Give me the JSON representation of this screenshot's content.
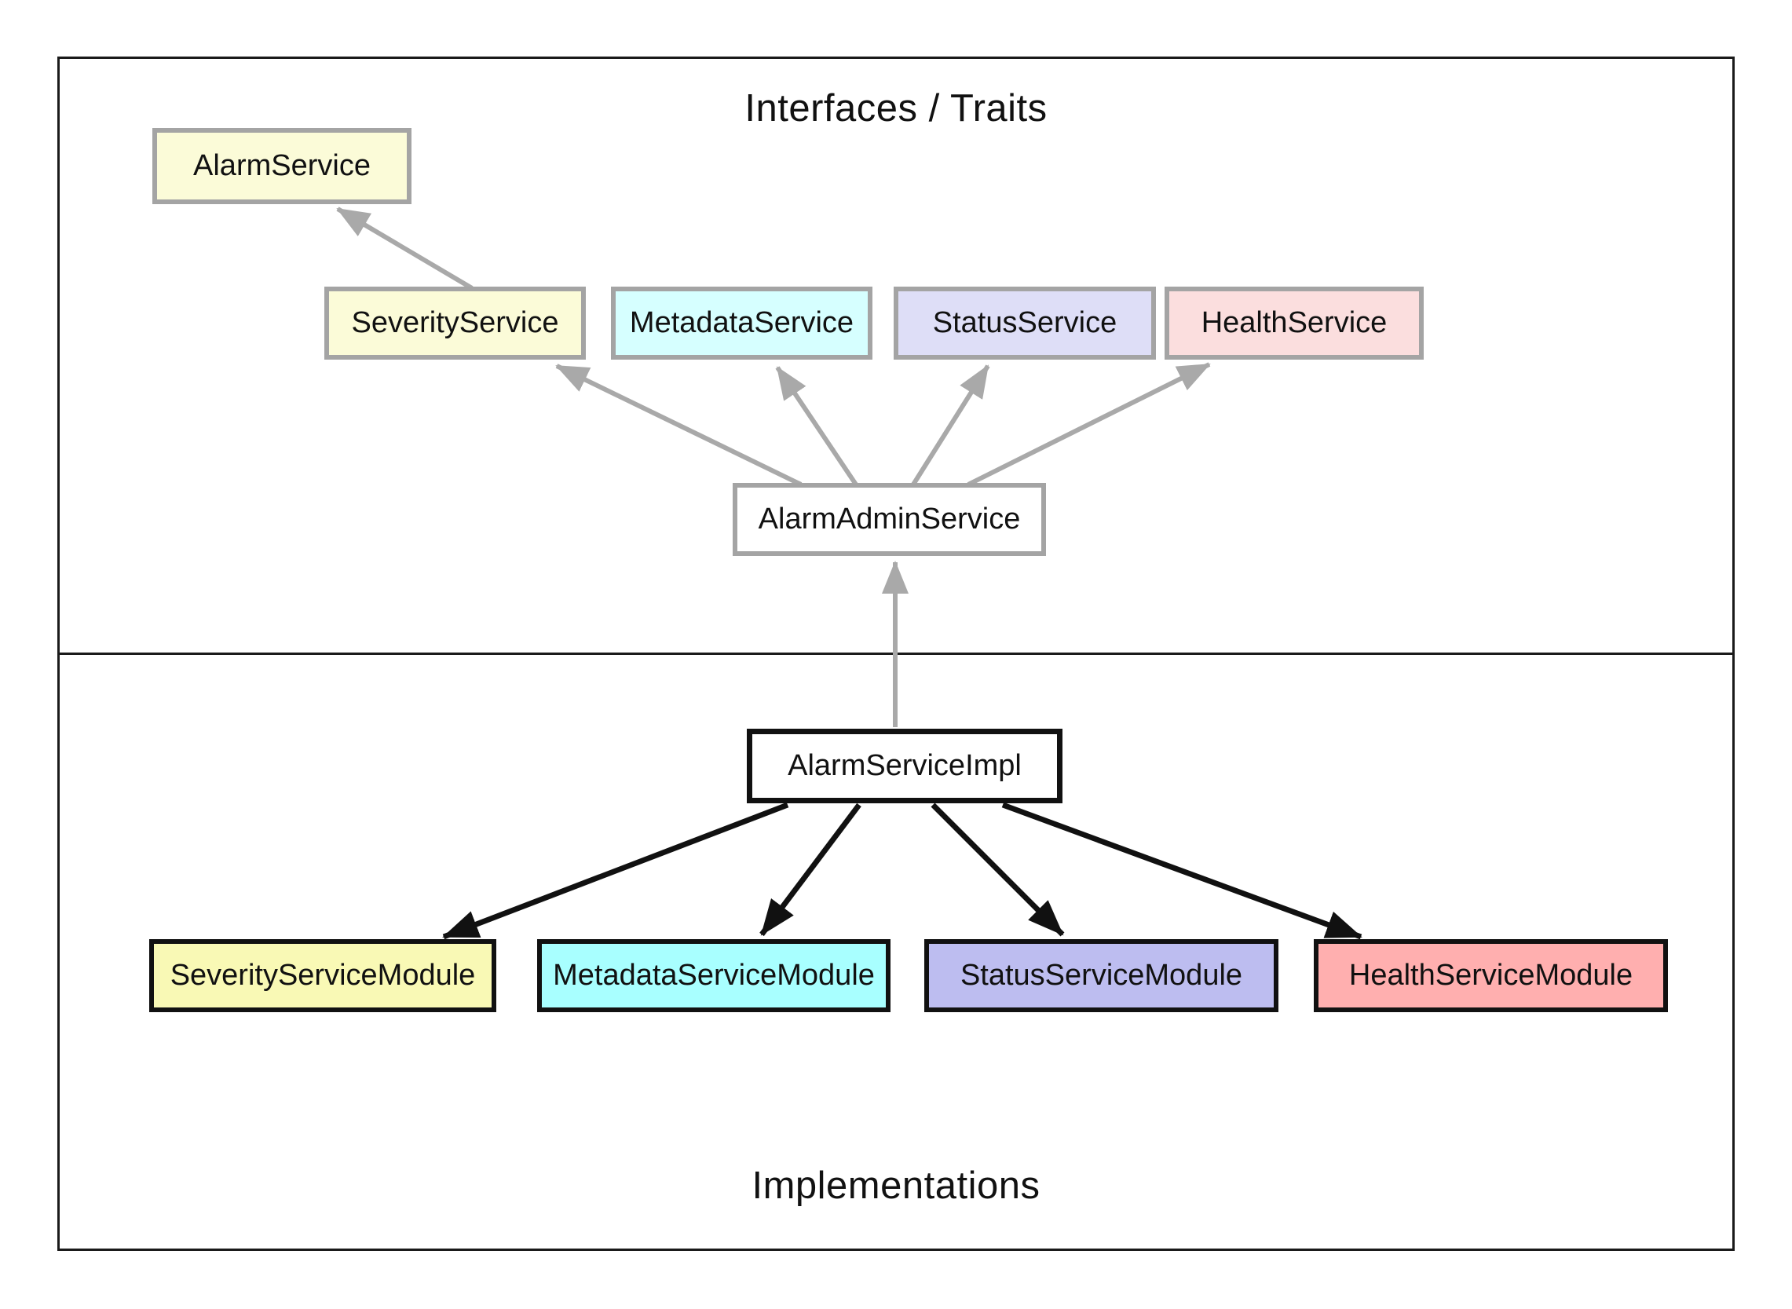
{
  "diagram": {
    "sections": {
      "interfaces": {
        "title": "Interfaces / Traits"
      },
      "implementations": {
        "title": "Implementations"
      }
    },
    "nodes": {
      "alarm_service": {
        "label": "AlarmService",
        "fill": "#fbfbd8",
        "border": "#a4a4a4"
      },
      "severity_service": {
        "label": "SeverityService",
        "fill": "#fbfbd8",
        "border": "#a4a4a4"
      },
      "metadata_service": {
        "label": "MetadataService",
        "fill": "#d6ffff",
        "border": "#a4a4a4"
      },
      "status_service": {
        "label": "StatusService",
        "fill": "#dedef7",
        "border": "#a4a4a4"
      },
      "health_service": {
        "label": "HealthService",
        "fill": "#fbdede",
        "border": "#a4a4a4"
      },
      "alarm_admin_service": {
        "label": "AlarmAdminService",
        "fill": "#ffffff",
        "border": "#a4a4a4"
      },
      "alarm_service_impl": {
        "label": "AlarmServiceImpl",
        "fill": "#ffffff",
        "border": "#111111"
      },
      "severity_service_module": {
        "label": "SeverityServiceModule",
        "fill": "#f9f9b5",
        "border": "#111111"
      },
      "metadata_service_module": {
        "label": "MetadataServiceModule",
        "fill": "#a8ffff",
        "border": "#111111"
      },
      "status_service_module": {
        "label": "StatusServiceModule",
        "fill": "#bdbdf0",
        "border": "#111111"
      },
      "health_service_module": {
        "label": "HealthServiceModule",
        "fill": "#ffafaf",
        "border": "#111111"
      }
    },
    "edges": {
      "interface_color": "#a9a9a9",
      "implementation_color": "#111111",
      "relations": [
        "SeverityService -> AlarmService",
        "AlarmAdminService -> SeverityService",
        "AlarmAdminService -> MetadataService",
        "AlarmAdminService -> StatusService",
        "AlarmAdminService -> HealthService",
        "AlarmServiceImpl -> AlarmAdminService",
        "AlarmServiceImpl -> SeverityServiceModule",
        "AlarmServiceImpl -> MetadataServiceModule",
        "AlarmServiceImpl -> StatusServiceModule",
        "AlarmServiceImpl -> HealthServiceModule"
      ]
    }
  }
}
